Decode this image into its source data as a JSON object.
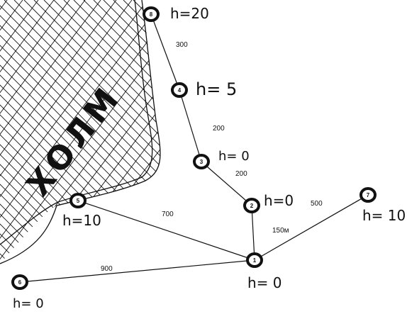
{
  "diagram": {
    "hill_label": "ХОЛМ",
    "nodes": [
      {
        "id": "8",
        "height_text": "h=20"
      },
      {
        "id": "4",
        "height_text": "h= 5"
      },
      {
        "id": "3",
        "height_text": "h= 0"
      },
      {
        "id": "2",
        "height_text": "h=0"
      },
      {
        "id": "5",
        "height_text": "h=10"
      },
      {
        "id": "1",
        "height_text": "h= 0"
      },
      {
        "id": "7",
        "height_text": "h= 10"
      },
      {
        "id": "6",
        "height_text": "h= 0"
      }
    ],
    "edges": [
      {
        "from": "8",
        "to": "4",
        "label": "300"
      },
      {
        "from": "4",
        "to": "3",
        "label": "200"
      },
      {
        "from": "3",
        "to": "2",
        "label": "200"
      },
      {
        "from": "2",
        "to": "1",
        "label": "150м"
      },
      {
        "from": "5",
        "to": "1",
        "label": "700"
      },
      {
        "from": "6",
        "to": "1",
        "label": "900"
      },
      {
        "from": "1",
        "to": "7",
        "label": "500"
      }
    ],
    "colors": {
      "ink": "#111111",
      "background": "#ffffff"
    }
  }
}
